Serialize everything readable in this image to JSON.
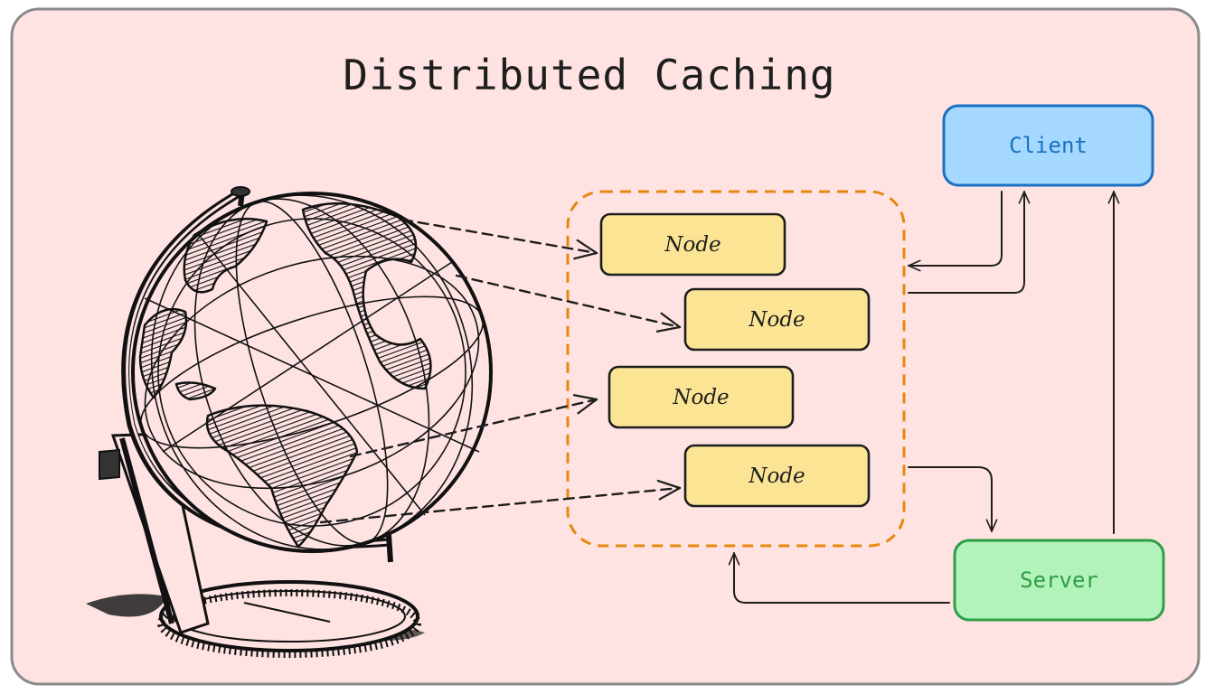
{
  "diagram": {
    "title": "Distributed Caching",
    "nodes": [
      {
        "label": "Node"
      },
      {
        "label": "Node"
      },
      {
        "label": "Node"
      },
      {
        "label": "Node"
      }
    ],
    "client": {
      "label": "Client"
    },
    "server": {
      "label": "Server"
    }
  },
  "colors": {
    "background": "#ffe3e3",
    "frame_border": "#8a8a8a",
    "node_fill": "#fbe595",
    "cluster_border": "#e8870e",
    "client_fill": "#a5d8ff",
    "client_border": "#1971c2",
    "server_fill": "#b2f2bb",
    "server_border": "#2f9e44"
  }
}
